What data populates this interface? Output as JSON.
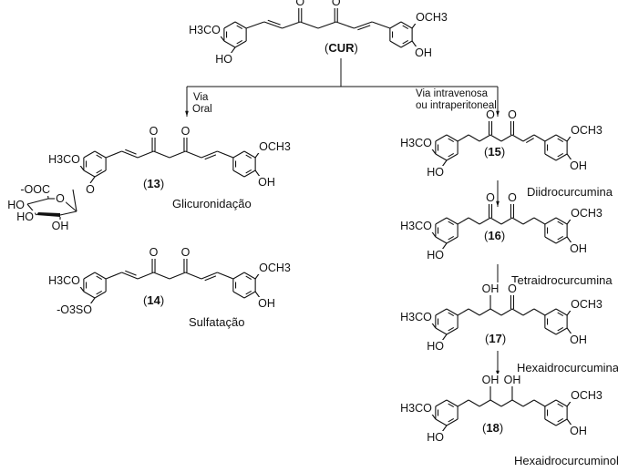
{
  "title": "Metabolismo da curcumina",
  "parent": {
    "id": "CUR",
    "label_open": "(",
    "label_bold": "CUR",
    "label_close": ")"
  },
  "routes": {
    "oral": {
      "line1": "Via",
      "line2": "Oral"
    },
    "iv": {
      "line1": "Via intravenosa",
      "line2": "ou intraperitoneal"
    }
  },
  "atoms": {
    "h3co": "H3CO",
    "och3": "OCH3",
    "ho": "HO",
    "oh": "OH",
    "o": "O",
    "ooc": "-OOC",
    "o3so": "-O3SO"
  },
  "compounds": [
    {
      "num": "13",
      "name": "Glicuronidação",
      "route": "oral"
    },
    {
      "num": "14",
      "name": "Sulfatação",
      "route": "oral"
    },
    {
      "num": "15",
      "name": "Diidrocurcumina",
      "route": "iv"
    },
    {
      "num": "16",
      "name": "Tetraidrocurcumina",
      "route": "iv"
    },
    {
      "num": "17",
      "name": "Hexaidrocurcumina",
      "route": "iv"
    },
    {
      "num": "18",
      "name": "Hexaidrocurcuminol",
      "route": "iv"
    }
  ]
}
